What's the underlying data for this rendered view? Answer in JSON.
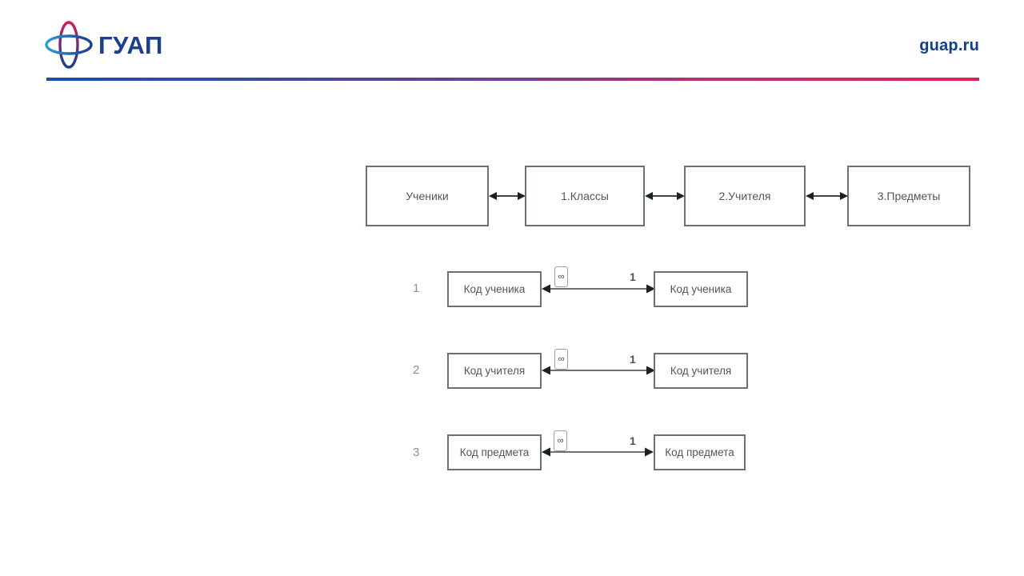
{
  "header": {
    "logo_text": "ГУАП",
    "logo_icon": "atom-orbit-logo",
    "site_url": "guap.ru",
    "rule_gradient_from": "#1b4fa0",
    "rule_gradient_mid": "#9c3584",
    "rule_gradient_to": "#e01f55",
    "logo_blue": "#1b3f8f",
    "logo_red": "#d1214f"
  },
  "diagram": {
    "entities": [
      {
        "label": "Ученики"
      },
      {
        "label": "1.Классы"
      },
      {
        "label": "2.Учителя"
      },
      {
        "label": "3.Предметы"
      }
    ],
    "entity_connector_icon": "double-headed-arrow",
    "relations": [
      {
        "number": "1",
        "left_field": "Код ученика",
        "right_field": "Код ученика",
        "left_cardinality": "∞",
        "right_cardinality": "1"
      },
      {
        "number": "2",
        "left_field": "Код учителя",
        "right_field": "Код учителя",
        "left_cardinality": "∞",
        "right_cardinality": "1"
      },
      {
        "number": "3",
        "left_field": "Код предмета",
        "right_field": "Код предмета",
        "left_cardinality": "∞",
        "right_cardinality": "1"
      }
    ],
    "box_border_color": "#6b7076",
    "text_color": "#50565c"
  }
}
